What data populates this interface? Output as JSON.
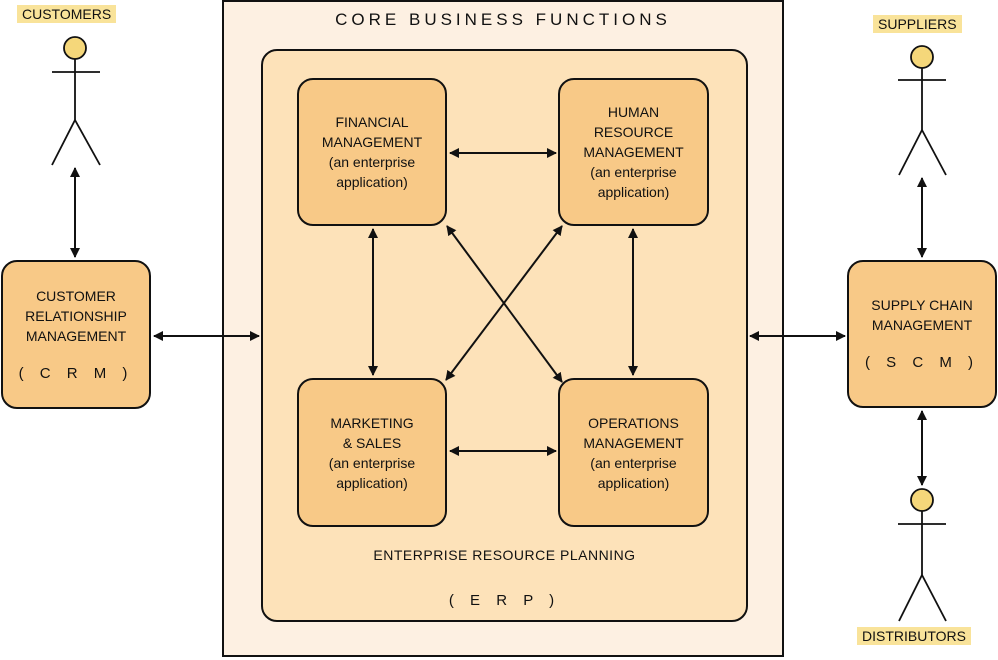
{
  "core": {
    "title": "CORE BUSINESS FUNCTIONS"
  },
  "erp": {
    "label": "ENTERPRISE RESOURCE PLANNING",
    "abbr": "( E R P )"
  },
  "modules": {
    "financial": [
      "FINANCIAL",
      "MANAGEMENT",
      "(an enterprise",
      "application)"
    ],
    "hr": [
      "HUMAN",
      "RESOURCE",
      "MANAGEMENT",
      "(an enterprise",
      "application)"
    ],
    "marketing": [
      "MARKETING",
      "& SALES",
      "(an enterprise",
      "application)"
    ],
    "operations": [
      "OPERATIONS",
      "MANAGEMENT",
      "(an enterprise",
      "application)"
    ]
  },
  "crm": {
    "lines": [
      "CUSTOMER",
      "RELATIONSHIP",
      "MANAGEMENT"
    ],
    "abbr": "( C R M )"
  },
  "scm": {
    "lines": [
      "SUPPLY CHAIN",
      "MANAGEMENT"
    ],
    "abbr": "( S C M )"
  },
  "actors": {
    "customers": "CUSTOMERS",
    "suppliers": "SUPPLIERS",
    "distributors": "DISTRIBUTORS"
  },
  "colors": {
    "core_bg": "#fdf0e2",
    "erp_bg": "#fde2b9",
    "module_bg": "#f8c987",
    "actor_head": "#f5d77a",
    "actor_label_bg": "#f9e39a"
  }
}
